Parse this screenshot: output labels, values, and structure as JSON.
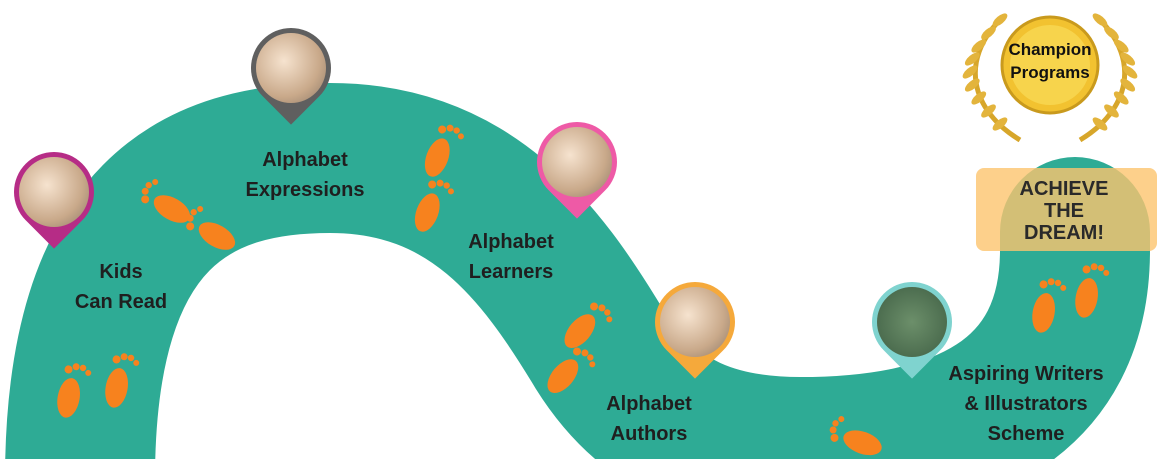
{
  "steps": [
    {
      "label_line1": "Kids",
      "label_line2": "Can Read",
      "pin_color": "#b62c86"
    },
    {
      "label_line1": "Alphabet",
      "label_line2": "Expressions",
      "pin_color": "#5f5f5f"
    },
    {
      "label_line1": "Alphabet",
      "label_line2": "Learners",
      "pin_color": "#ee5aa6"
    },
    {
      "label_line1": "Alphabet",
      "label_line2": "Authors",
      "pin_color": "#f5a93b"
    },
    {
      "label_line1": "Aspiring Writers",
      "label_line2": "& Illustrators",
      "label_line3": "Scheme",
      "pin_color": "#7fd3cf"
    }
  ],
  "medal": {
    "line1": "Champion",
    "line2": "Programs"
  },
  "goal": {
    "line1": "ACHIEVE",
    "line2": "THE",
    "line3": "DREAM!"
  },
  "colors": {
    "path": "#2eab95",
    "footprint": "#f7821e",
    "goal_box": "#fdc46e",
    "medal": "#f2c230"
  }
}
